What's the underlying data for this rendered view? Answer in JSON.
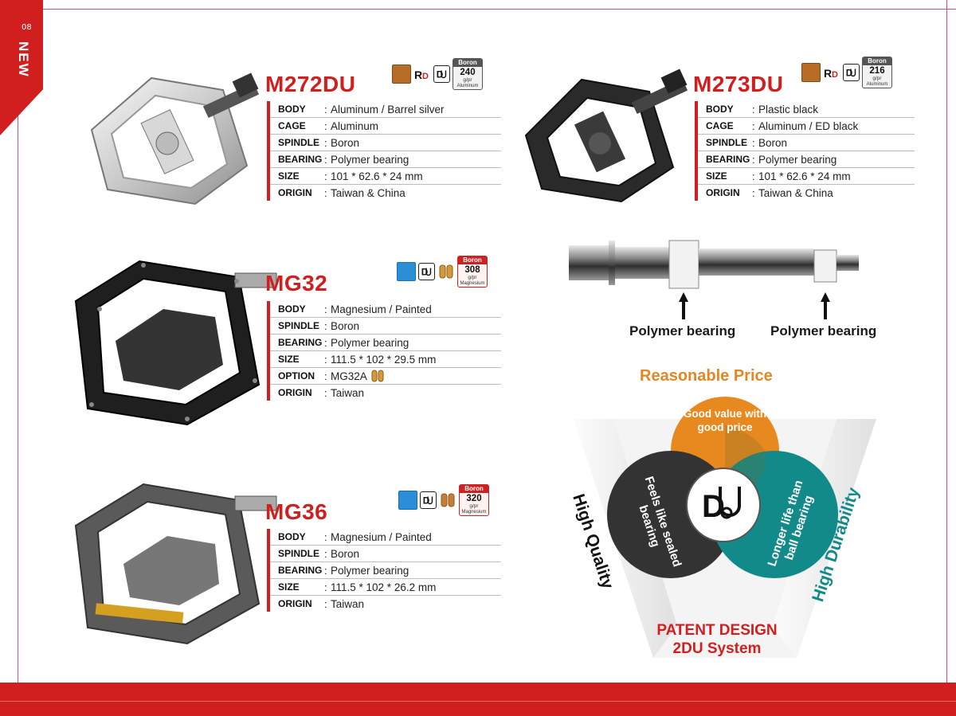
{
  "page": {
    "number": "08",
    "tag": "NEW"
  },
  "products": [
    {
      "id": "m272du",
      "model": "M272DU",
      "badges": {
        "weight": "240",
        "weight_unit": "g/pr",
        "weight_label": "Boron",
        "weight_material": "Aluminum"
      },
      "specs": [
        {
          "key": "BODY",
          "value": "Aluminum / Barrel silver"
        },
        {
          "key": "CAGE",
          "value": "Aluminum"
        },
        {
          "key": "SPINDLE",
          "value": "Boron"
        },
        {
          "key": "BEARING",
          "value": "Polymer bearing"
        },
        {
          "key": "SIZE",
          "value": "101 * 62.6 * 24 mm"
        },
        {
          "key": "ORIGIN",
          "value": "Taiwan & China"
        }
      ]
    },
    {
      "id": "m273du",
      "model": "M273DU",
      "badges": {
        "weight": "216",
        "weight_unit": "g/pr",
        "weight_label": "Boron",
        "weight_material": "Aluminum"
      },
      "specs": [
        {
          "key": "BODY",
          "value": "Plastic black"
        },
        {
          "key": "CAGE",
          "value": "Aluminum / ED black"
        },
        {
          "key": "SPINDLE",
          "value": "Boron"
        },
        {
          "key": "BEARING",
          "value": "Polymer bearing"
        },
        {
          "key": "SIZE",
          "value": "101 * 62.6 * 24 mm"
        },
        {
          "key": "ORIGIN",
          "value": "Taiwan & China"
        }
      ]
    },
    {
      "id": "mg32",
      "model": "MG32",
      "badges": {
        "weight": "308",
        "weight_unit": "g/pr",
        "weight_label": "Boron",
        "weight_material": "Magnesium"
      },
      "specs": [
        {
          "key": "BODY",
          "value": "Magnesium / Painted"
        },
        {
          "key": "SPINDLE",
          "value": "Boron"
        },
        {
          "key": "BEARING",
          "value": "Polymer bearing"
        },
        {
          "key": "SIZE",
          "value": "111.5 * 102 * 29.5 mm"
        },
        {
          "key": "OPTION",
          "value": "MG32A"
        },
        {
          "key": "ORIGIN",
          "value": "Taiwan"
        }
      ]
    },
    {
      "id": "mg36",
      "model": "MG36",
      "badges": {
        "weight": "320",
        "weight_unit": "g/pr",
        "weight_label": "Boron",
        "weight_material": "Magnesium"
      },
      "specs": [
        {
          "key": "BODY",
          "value": "Magnesium / Painted"
        },
        {
          "key": "SPINDLE",
          "value": "Boron"
        },
        {
          "key": "BEARING",
          "value": "Polymer bearing"
        },
        {
          "key": "SIZE",
          "value": "111.5 * 102 * 26.2 mm"
        },
        {
          "key": "ORIGIN",
          "value": "Taiwan"
        }
      ]
    }
  ],
  "spindle_diagram": {
    "label_left": "Polymer bearing",
    "label_right": "Polymer bearing"
  },
  "venn": {
    "heading": "Reasonable Price",
    "top_circle": "Good value with good price",
    "left_circle": "Feels like sealed bearing",
    "right_circle": "Longer life than ball bearing",
    "side_left": "High Quality",
    "side_right": "High Durability",
    "patent_line1": "PATENT DESIGN",
    "patent_line2": "2DU System"
  },
  "colors": {
    "brand_red": "#d11f1f",
    "orange": "#e38722",
    "teal": "#138a8a",
    "dark": "#333333"
  }
}
